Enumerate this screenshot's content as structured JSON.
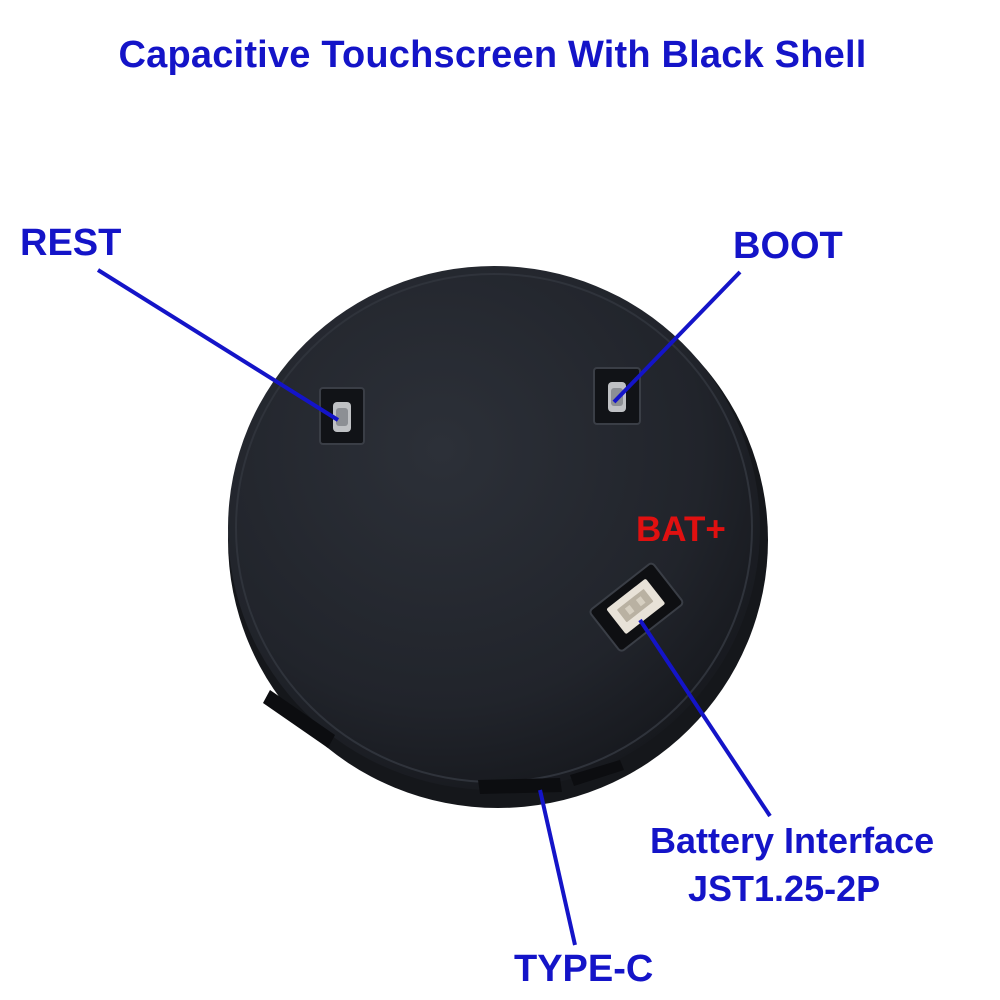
{
  "title": "Capacitive Touchscreen With Black Shell",
  "labels": {
    "rest": "REST",
    "boot": "BOOT",
    "bat_plus": "BAT+",
    "battery_interface": "Battery Interface",
    "connector_type": "JST1.25-2P",
    "usb": "TYPE-C"
  },
  "colors": {
    "label_blue": "#1414c8",
    "bat_red": "#e01010",
    "shell": "#23262e",
    "leader_line": "#1414c8"
  }
}
